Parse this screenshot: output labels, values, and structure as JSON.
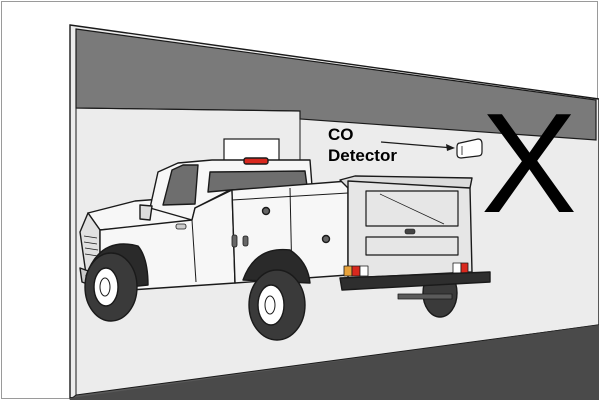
{
  "label": {
    "line1": "CO",
    "line2": "Detector"
  },
  "mark": "X",
  "colors": {
    "ceiling": "#7a7a7a",
    "floor": "#595959",
    "wall": "#ececec",
    "truck_body": "#f7f7f7",
    "outline": "#1a1a1a",
    "glass": "#6e6e6e",
    "tire": "#3a3a3a",
    "brake_light": "#d9281e",
    "tail_amber": "#e8a23a"
  }
}
